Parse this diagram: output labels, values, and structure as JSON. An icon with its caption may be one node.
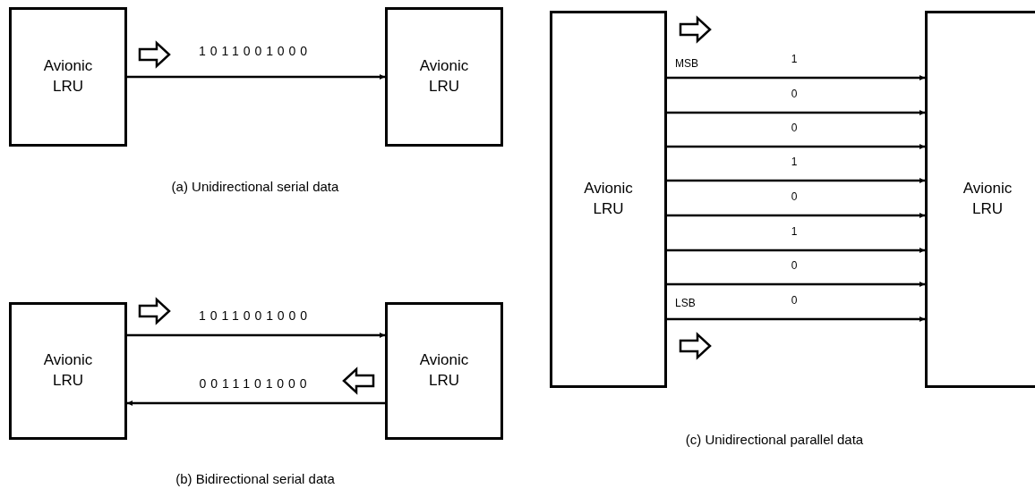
{
  "diagram": {
    "nodes": [
      {
        "text": [
          "Avionic LRU"
        ]
      },
      {
        "text": [
          "Avionic LRU"
        ]
      },
      {
        "text": [
          "Avionic LRU"
        ]
      },
      {
        "text": [
          "Avionic LRU"
        ]
      },
      {
        "text": [
          "Avionic LRU"
        ]
      },
      {
        "text": [
          "Avionic LRU"
        ]
      }
    ],
    "edges": [
      {
        "from": 0,
        "to": 1,
        "arrow": "to",
        "label": "1011001000"
      },
      {
        "from": 2,
        "to": 3,
        "arrow": "to",
        "label": "1011001000"
      },
      {
        "from": 3,
        "to": 2,
        "arrow": "to",
        "label": "0011101000"
      },
      {
        "from": 4,
        "to": 5,
        "arrow": "to",
        "label": "1"
      },
      {
        "from": 4,
        "to": 5,
        "arrow": "to",
        "label": "0"
      },
      {
        "from": 4,
        "to": 5,
        "arrow": "to",
        "label": "0"
      },
      {
        "from": 4,
        "to": 5,
        "arrow": "to",
        "label": "1"
      },
      {
        "from": 4,
        "to": 5,
        "arrow": "to",
        "label": "0"
      },
      {
        "from": 4,
        "to": 5,
        "arrow": "to",
        "label": "1"
      },
      {
        "from": 4,
        "to": 5,
        "arrow": "to",
        "label": "0"
      },
      {
        "from": 4,
        "to": 5,
        "arrow": "to",
        "label": "0"
      }
    ],
    "labels": [
      "MSB",
      "LSB",
      "(a) Unidirectional serial data",
      "(b) Bidirectional serial data",
      "(c) Unidirectional parallel data"
    ]
  }
}
